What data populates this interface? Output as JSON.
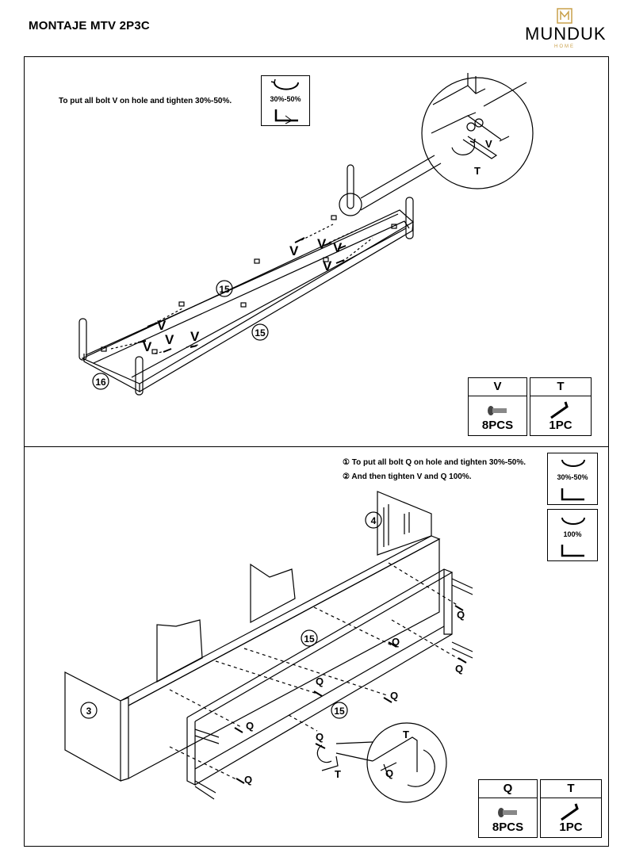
{
  "header": {
    "title": "MONTAJE MTV 2P3C",
    "brand": "MUNDUK",
    "brand_sub": "HOME",
    "brand_color": "#c9a04a"
  },
  "step1": {
    "instruction": "To put all bolt V on hole and tighten 30%-50%.",
    "torque": "30%-50%",
    "callout_letters": {
      "bolt": "V",
      "tool": "T"
    },
    "part_labels": [
      "15",
      "15",
      "16"
    ],
    "bolt_labels": [
      "V",
      "V",
      "V",
      "V",
      "V",
      "V",
      "V",
      "V"
    ],
    "parts": [
      {
        "letter": "V",
        "qty": "8PCS",
        "icon": "bolt-icon"
      },
      {
        "letter": "T",
        "qty": "1PC",
        "icon": "allen-key-icon"
      }
    ]
  },
  "step2": {
    "instruction_1": "① To put all bolt Q on hole and tighten 30%-50%.",
    "instruction_2": "② And then tighten V and Q 100%.",
    "torque_1": "30%-50%",
    "torque_2": "100%",
    "part_labels": [
      "4",
      "15",
      "15",
      "3"
    ],
    "bolt_labels": [
      "Q",
      "Q",
      "Q",
      "Q",
      "Q",
      "Q",
      "Q",
      "Q"
    ],
    "tool_label": "T",
    "callout_letters": {
      "bolt": "Q",
      "tool": "T"
    },
    "parts": [
      {
        "letter": "Q",
        "qty": "8PCS",
        "icon": "bolt-icon"
      },
      {
        "letter": "T",
        "qty": "1PC",
        "icon": "allen-key-icon"
      }
    ]
  }
}
